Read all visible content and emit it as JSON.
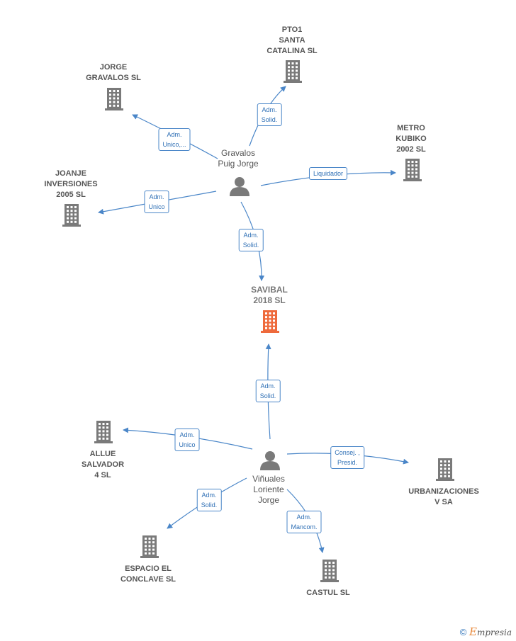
{
  "nodes": [
    {
      "id": "savibal",
      "label": "SAVIBAL\n2018  SL",
      "type": "company",
      "focus": true
    },
    {
      "id": "gravalos_person",
      "label": "Gravalos\nPuig Jorge",
      "type": "person"
    },
    {
      "id": "vinuales_person",
      "label": "Viñuales\nLoriente\nJorge",
      "type": "person"
    },
    {
      "id": "pto1",
      "label": "PTO1\nSANTA\nCATALINA  SL",
      "type": "company"
    },
    {
      "id": "jorge_gravalos",
      "label": "JORGE\nGRAVALOS SL",
      "type": "company"
    },
    {
      "id": "metro_kubiko",
      "label": "METRO\nKUBIKO\n2002 SL",
      "type": "company"
    },
    {
      "id": "joanje",
      "label": "JOANJE\nINVERSIONES\n2005 SL",
      "type": "company"
    },
    {
      "id": "allue",
      "label": "ALLUE\nSALVADOR\n4 SL",
      "type": "company"
    },
    {
      "id": "urbanizaciones",
      "label": "URBANIZACIONES\nV SA",
      "type": "company"
    },
    {
      "id": "espacio",
      "label": "ESPACIO EL\nCONCLAVE  SL",
      "type": "company"
    },
    {
      "id": "castul",
      "label": "CASTUL SL",
      "type": "company"
    }
  ],
  "edges": [
    {
      "from": "gravalos_person",
      "to": "pto1",
      "label": "Adm.\nSolid."
    },
    {
      "from": "gravalos_person",
      "to": "jorge_gravalos",
      "label": "Adm.\nUnico,..."
    },
    {
      "from": "gravalos_person",
      "to": "metro_kubiko",
      "label": "Liquidador"
    },
    {
      "from": "gravalos_person",
      "to": "joanje",
      "label": "Adm.\nUnico"
    },
    {
      "from": "gravalos_person",
      "to": "savibal",
      "label": "Adm.\nSolid."
    },
    {
      "from": "vinuales_person",
      "to": "savibal",
      "label": "Adm.\nSolid."
    },
    {
      "from": "vinuales_person",
      "to": "allue",
      "label": "Adm.\nUnico"
    },
    {
      "from": "vinuales_person",
      "to": "urbanizaciones",
      "label": "Consej. ,\nPresid."
    },
    {
      "from": "vinuales_person",
      "to": "espacio",
      "label": "Adm.\nSolid."
    },
    {
      "from": "vinuales_person",
      "to": "castul",
      "label": "Adm.\nMancom."
    }
  ],
  "colors": {
    "edge": "#4a86c8",
    "company_icon": "#7a7a7a",
    "focus_icon": "#ee6a3c",
    "person_icon": "#7a7a7a"
  },
  "footer": {
    "copyright": "©",
    "brand_initial": "E",
    "brand_rest": "mpresia"
  }
}
